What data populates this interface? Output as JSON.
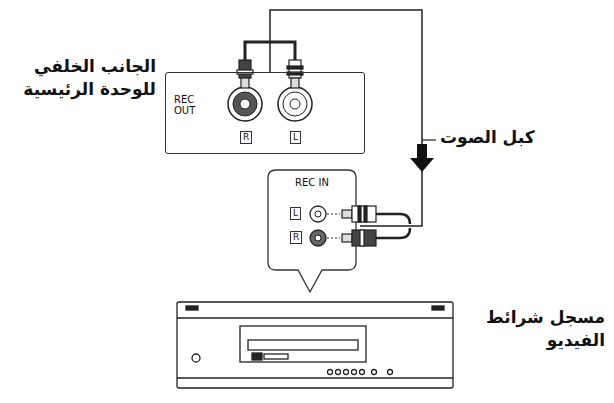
{
  "diagram": {
    "nodes": [
      {
        "text": [
          "الجانب الخلفي للوحدة الرئيسية",
          "REC OUT",
          "R",
          "L"
        ]
      },
      {
        "text": [
          "REC IN",
          "L",
          "R"
        ]
      },
      {
        "text": [
          "مسجل شرائط الفيديو"
        ]
      }
    ],
    "edges": [
      {
        "from": 0,
        "to": 1,
        "arrow": "to",
        "label": "كبل الصوت"
      }
    ]
  }
}
